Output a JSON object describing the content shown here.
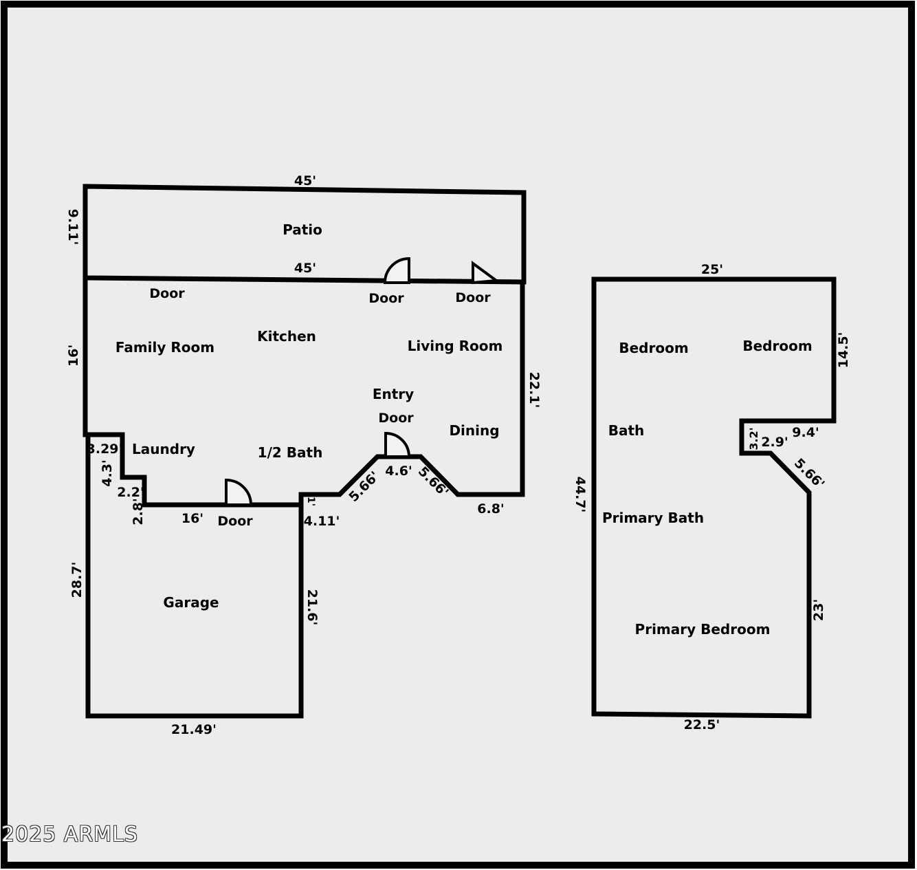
{
  "rooms": {
    "patio": "Patio",
    "family_room": "Family Room",
    "kitchen": "Kitchen",
    "living_room": "Living Room",
    "entry": "Entry",
    "dining": "Dining",
    "laundry": "Laundry",
    "half_bath": "1/2 Bath",
    "garage": "Garage",
    "bedroom_1": "Bedroom",
    "bedroom_2": "Bedroom",
    "bath": "Bath",
    "primary_bath": "Primary Bath",
    "primary_bedroom": "Primary Bedroom"
  },
  "doors": {
    "patio_left": "Door",
    "patio_mid": "Door",
    "patio_right": "Door",
    "entry": "Door",
    "garage": "Door"
  },
  "dimensions": {
    "patio_top": "45'",
    "patio_bottom": "45'",
    "patio_left": "9.11'",
    "main_left": "16'",
    "main_right": "22.1'",
    "laundry_a": "3.29'",
    "laundry_b": "4.3'",
    "laundry_c": "2.2'",
    "laundry_d": "2.8'",
    "garage_top": "16'",
    "garage_left": "28.7'",
    "garage_right": "21.6'",
    "garage_bottom": "21.49'",
    "step_a": "1'",
    "step_b": "4.11'",
    "bay_left": "5.66'",
    "bay_mid": "4.6'",
    "bay_right": "5.66'",
    "front_right": "6.8'",
    "upper_top": "25'",
    "upper_right_top": "14.5'",
    "upper_left": "44.7'",
    "upper_notch_a": "9.4'",
    "upper_notch_b": "2.9'",
    "upper_notch_c": "3.2'",
    "upper_diag": "5.66'",
    "upper_right_bottom": "23'",
    "upper_bottom": "22.5'"
  },
  "watermark": "2025 ARMLS"
}
